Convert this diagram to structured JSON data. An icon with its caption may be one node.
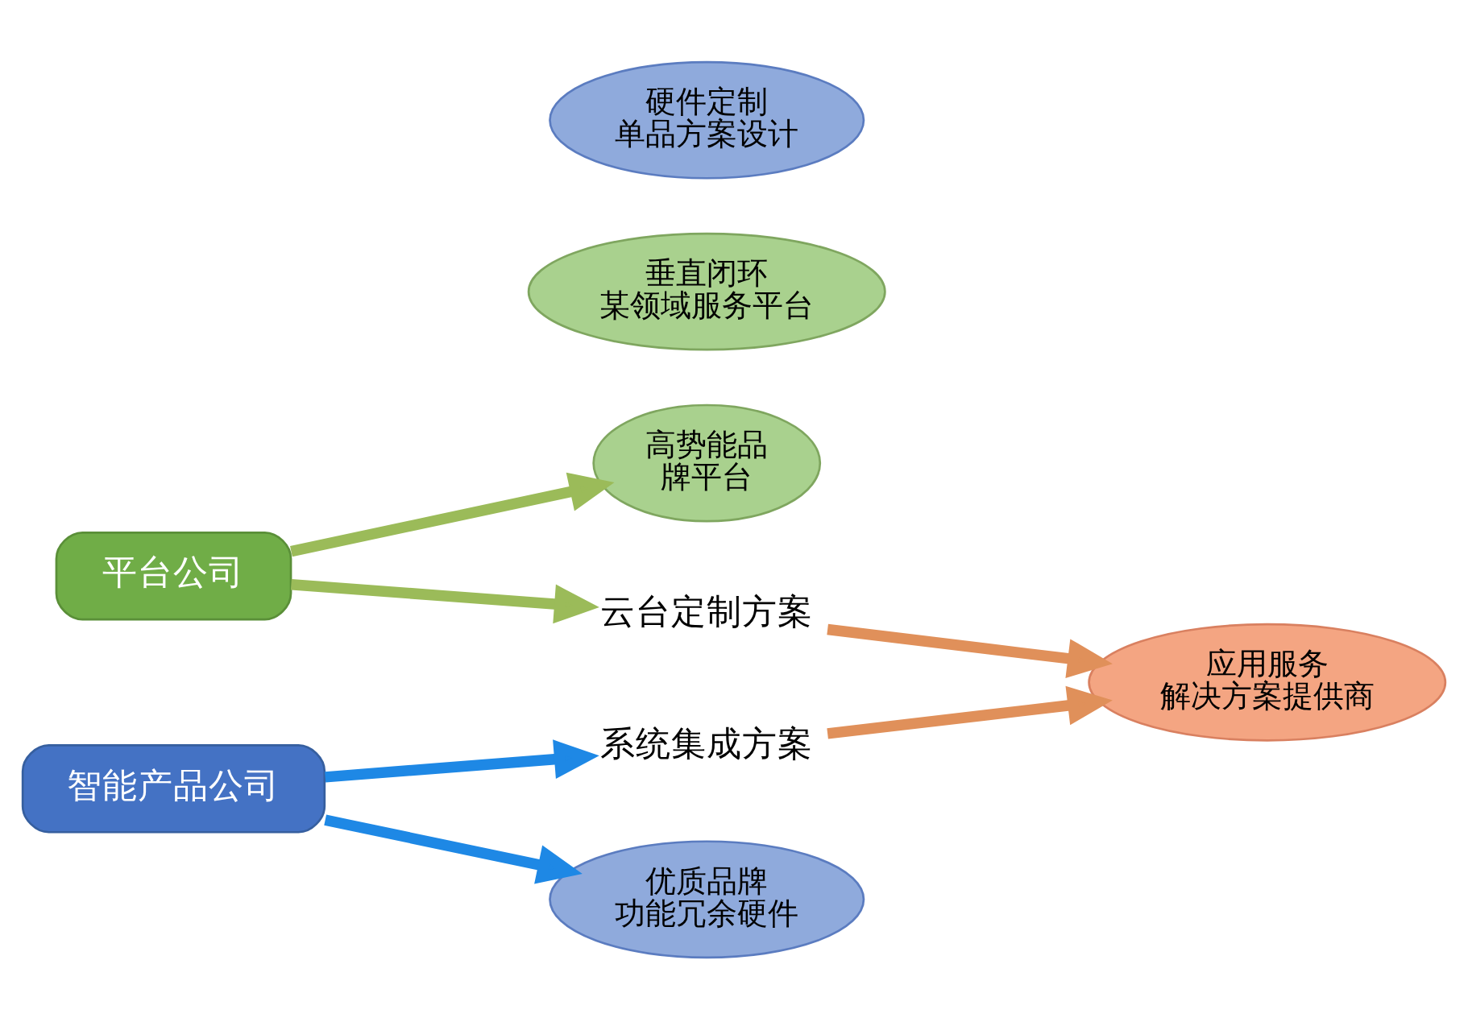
{
  "diagram": {
    "nodes": [
      {
        "text": [
          "平台公司"
        ]
      },
      {
        "text": [
          "智能产品公司"
        ]
      },
      {
        "text": [
          "高势能品牌平台"
        ]
      },
      {
        "text": [
          "垂直闭环某领域服务平台"
        ]
      },
      {
        "text": [
          "云台定制方案"
        ]
      },
      {
        "text": [
          "系统集成方案"
        ]
      },
      {
        "text": [
          "硬件定制单品方案设计"
        ]
      },
      {
        "text": [
          "优质品牌功能冗余硬件"
        ]
      },
      {
        "text": [
          "应用服务解决方案提供商"
        ]
      }
    ],
    "edges": [
      {
        "from": 0,
        "to": 2,
        "arrow": "to",
        "color": "#9bbb59"
      },
      {
        "from": 0,
        "to": 4,
        "arrow": "to",
        "color": "#9bbb59"
      },
      {
        "from": 1,
        "to": 5,
        "arrow": "to",
        "color": "#1e88e5"
      },
      {
        "from": 1,
        "to": 7,
        "arrow": "to",
        "color": "#1e88e5"
      },
      {
        "from": 4,
        "to": 8,
        "arrow": "to",
        "color": "#e0905a"
      },
      {
        "from": 5,
        "to": 8,
        "arrow": "to",
        "color": "#e0905a"
      }
    ]
  }
}
